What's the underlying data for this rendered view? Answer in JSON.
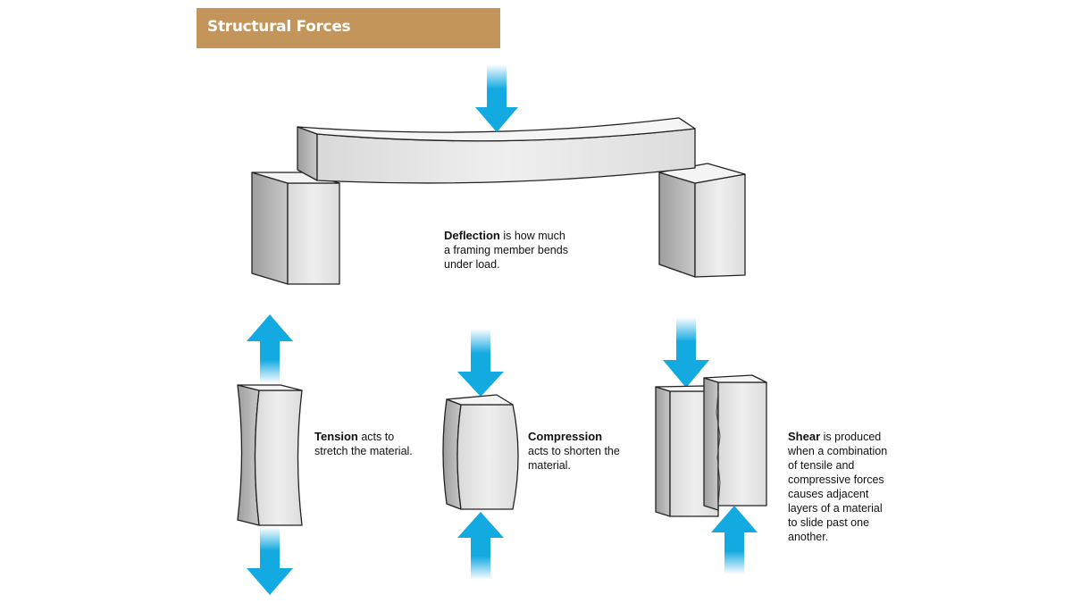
{
  "title": "Structural Forces",
  "colors": {
    "title_bar": "#c4955a",
    "arrow": "#13a9e1",
    "block_front": "#e7e7e7",
    "block_top": "#f6f6f6",
    "block_side": "#bdbdbd",
    "outline": "#222222"
  },
  "captions": {
    "deflection": {
      "term": "Deflection",
      "line1": " is how much",
      "line2": "a framing member bends",
      "line3": "under load."
    },
    "tension": {
      "term": "Tension",
      "line1": " acts to",
      "line2": "stretch the material."
    },
    "compression": {
      "term": "Compression",
      "line2": "acts to shorten the",
      "line3": "material."
    },
    "shear": {
      "term": "Shear",
      "line1": " is produced",
      "line2": "when a combination",
      "line3": "of tensile and",
      "line4": "compressive forces",
      "line5": "causes adjacent",
      "line6": "layers of a material",
      "line7": "to slide past one",
      "line8": "another."
    }
  }
}
